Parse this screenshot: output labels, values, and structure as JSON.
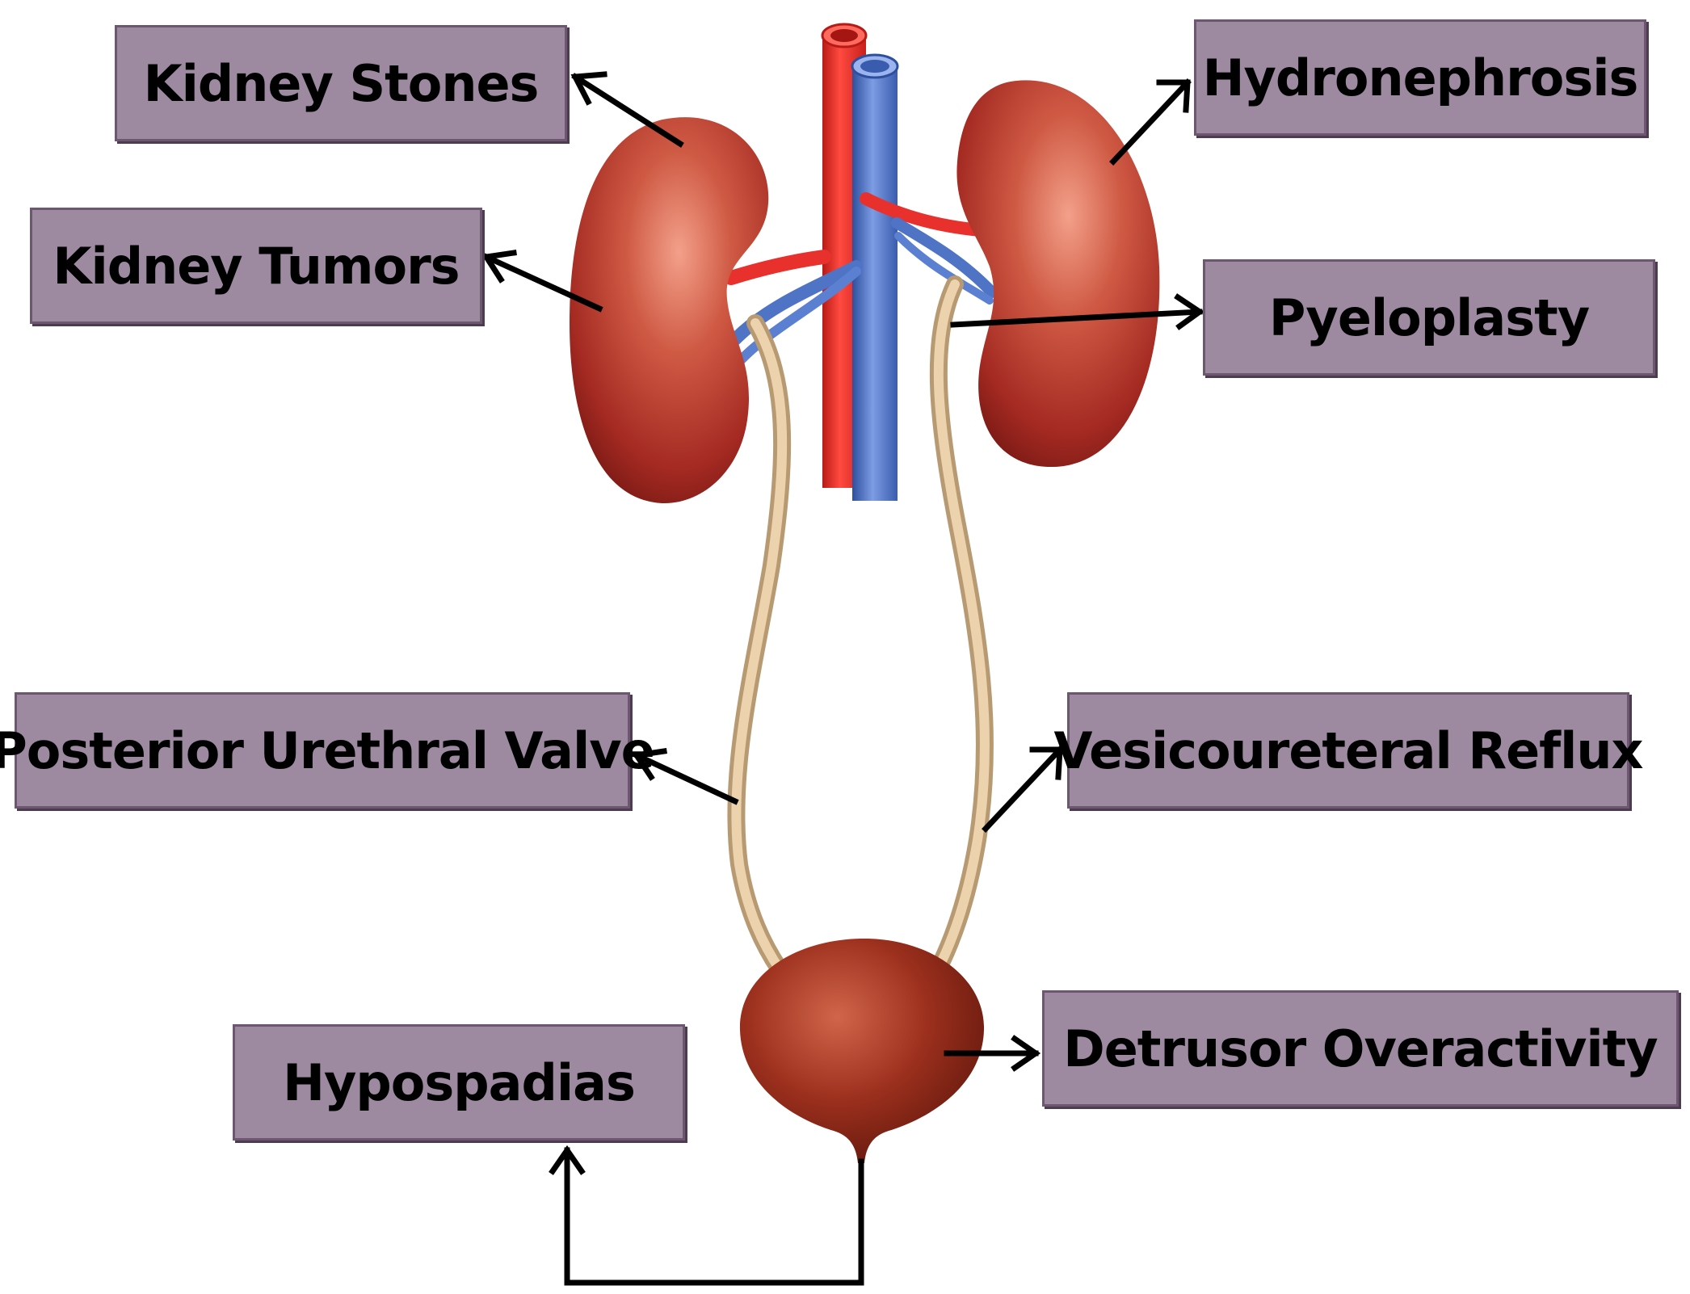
{
  "labels": {
    "kidney_stones": "Kidney Stones",
    "kidney_tumors": "Kidney Tumors",
    "hydronephrosis": "Hydronephrosis",
    "pyeloplasty": "Pyeloplasty",
    "posterior_urethral_valve": "Posterior Urethral Valve",
    "vesicoureteral_reflux": "Vesicoureteral Reflux",
    "hypospadias": "Hypospadias",
    "detrusor_overactivity": "Detrusor Overactivity"
  },
  "colors": {
    "label_fill": "#9d8aa1",
    "label_border": "#6d5670",
    "kidney": "#a82620",
    "artery": "#e8302c",
    "vein": "#4f74c6",
    "ureter": "#d9b98e",
    "bladder": "#9a2e1c",
    "arrow": "#000000"
  }
}
